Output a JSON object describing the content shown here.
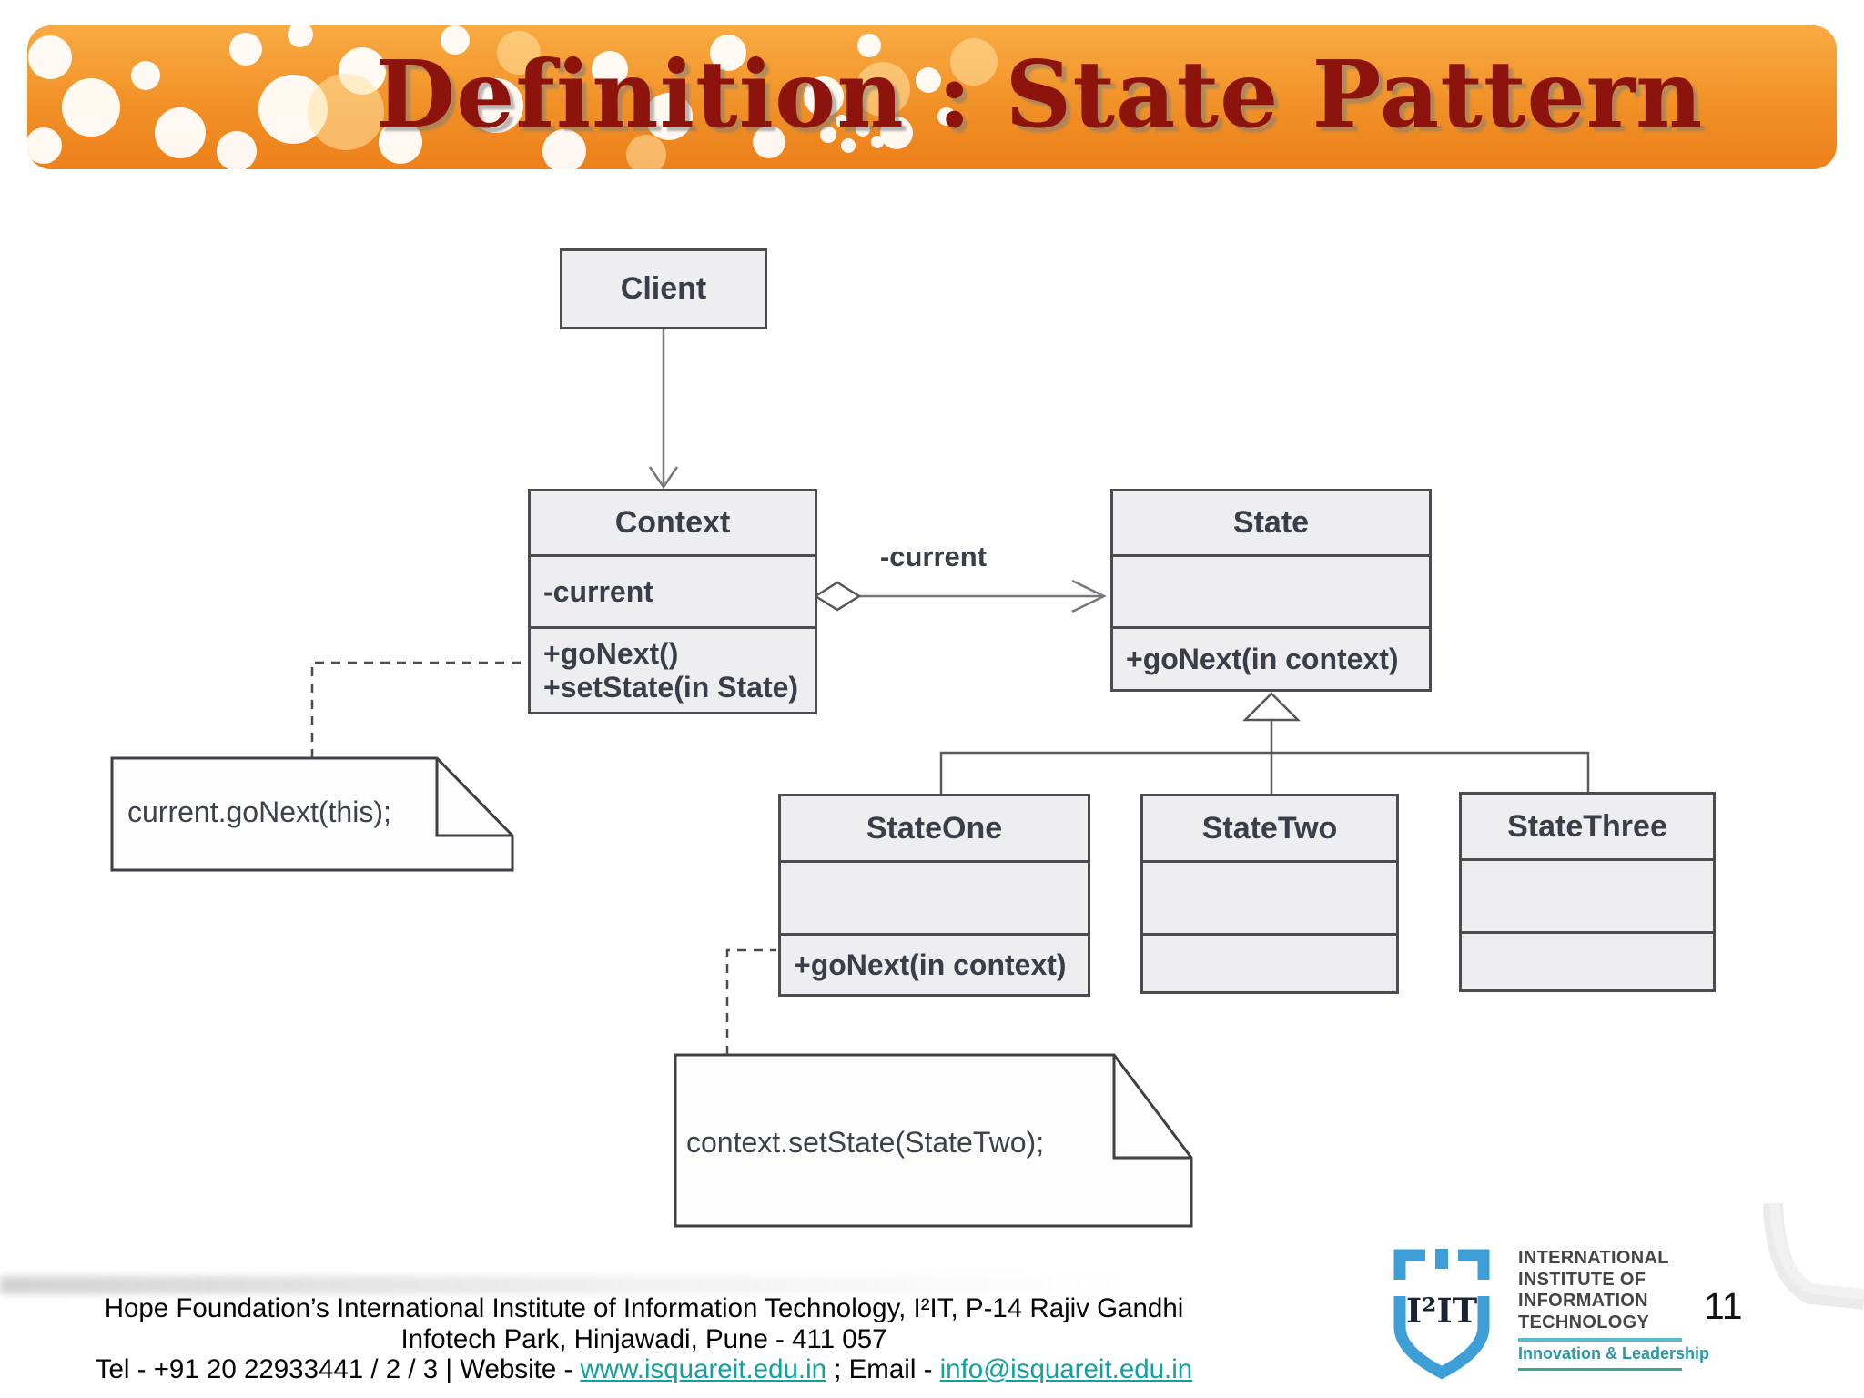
{
  "slide": {
    "title": "Definition : State Pattern",
    "page_number": "11"
  },
  "diagram": {
    "client": {
      "name": "Client"
    },
    "context": {
      "name": "Context",
      "attributes": [
        "-current"
      ],
      "methods": [
        "+goNext()",
        "+setState(in State)"
      ]
    },
    "state": {
      "name": "State",
      "methods": [
        "+goNext(in context)"
      ]
    },
    "state_one": {
      "name": "StateOne",
      "methods": [
        "+goNext(in context)"
      ]
    },
    "state_two": {
      "name": "StateTwo"
    },
    "state_three": {
      "name": "StateThree"
    },
    "association_label": "-current",
    "note_context": "current.goNext(this);",
    "note_state_one": "context.setState(StateTwo);"
  },
  "footer": {
    "line1": "Hope Foundation’s International Institute of Information Technology, I²IT, P-14 Rajiv Gandhi",
    "line2": "Infotech Park, Hinjawadi, Pune - 411 057",
    "line3_prefix": "Tel - +91 20 22933441 / 2 / 3  |  Website - ",
    "website": "www.isquareit.edu.in",
    "line3_mid": " ; Email - ",
    "email": "info@isquareit.edu.in",
    "logo": {
      "monogram": "I²IT",
      "org_lines": [
        "INTERNATIONAL",
        "INSTITUTE OF",
        "INFORMATION",
        "TECHNOLOGY"
      ],
      "tagline": "Innovation & Leadership"
    }
  },
  "colors": {
    "banner_orange": "#f19127",
    "title_maroon": "#8d130d",
    "box_fill": "#eeedef",
    "box_border": "#4b4b52",
    "diagram_text": "#3a3e48",
    "link_teal": "#13a0a0",
    "logo_blue": "#3d9ed8",
    "tagline_teal": "#2b98a5"
  }
}
